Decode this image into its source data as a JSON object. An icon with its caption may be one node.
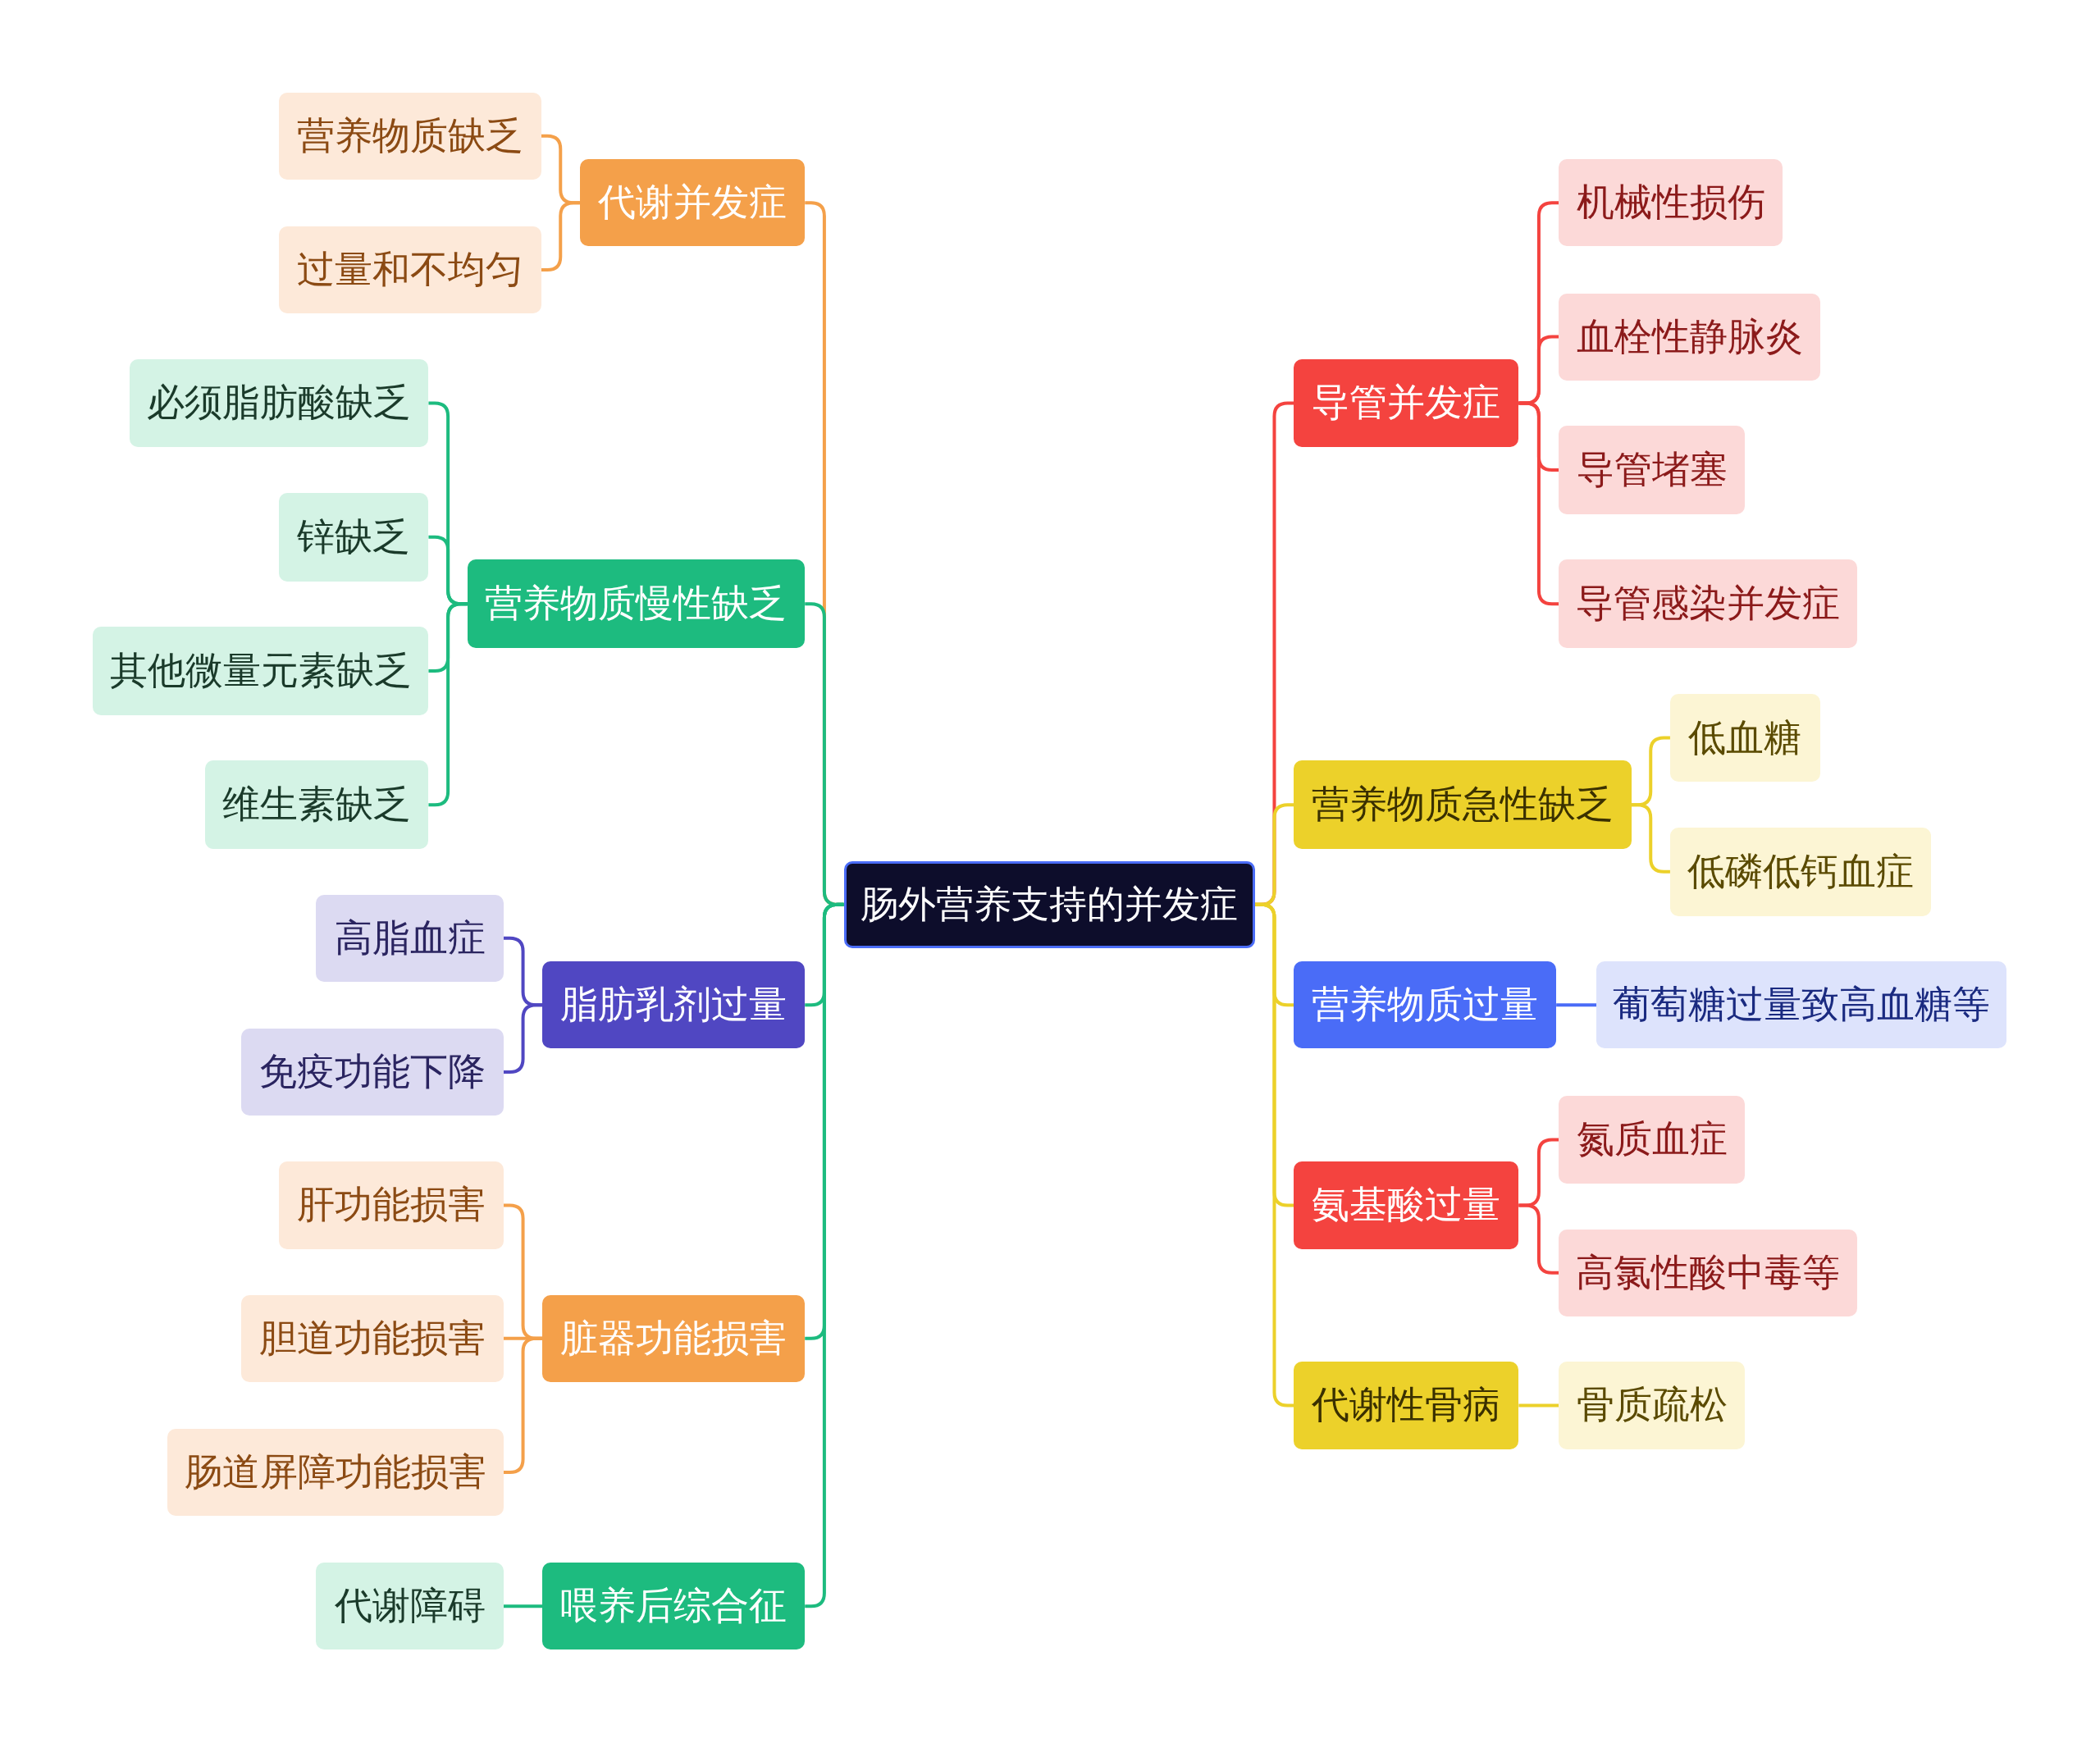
{
  "diagram": {
    "nodes": [
      {
        "text": [
          "肠外营养支持的并发症"
        ]
      },
      {
        "text": [
          "代谢并发症"
        ]
      },
      {
        "text": [
          "营养物质缺乏"
        ]
      },
      {
        "text": [
          "过量和不均匀"
        ]
      },
      {
        "text": [
          "营养物质慢性缺乏"
        ]
      },
      {
        "text": [
          "必须脂肪酸缺乏"
        ]
      },
      {
        "text": [
          "锌缺乏"
        ]
      },
      {
        "text": [
          "其他微量元素缺乏"
        ]
      },
      {
        "text": [
          "维生素缺乏"
        ]
      },
      {
        "text": [
          "脂肪乳剂过量"
        ]
      },
      {
        "text": [
          "高脂血症"
        ]
      },
      {
        "text": [
          "免疫功能下降"
        ]
      },
      {
        "text": [
          "脏器功能损害"
        ]
      },
      {
        "text": [
          "肝功能损害"
        ]
      },
      {
        "text": [
          "胆道功能损害"
        ]
      },
      {
        "text": [
          "肠道屏障功能损害"
        ]
      },
      {
        "text": [
          "喂养后综合征"
        ]
      },
      {
        "text": [
          "代谢障碍"
        ]
      },
      {
        "text": [
          "导管并发症"
        ]
      },
      {
        "text": [
          "机械性损伤"
        ]
      },
      {
        "text": [
          "血栓性静脉炎"
        ]
      },
      {
        "text": [
          "导管堵塞"
        ]
      },
      {
        "text": [
          "导管感染并发症"
        ]
      },
      {
        "text": [
          "营养物质急性缺乏"
        ]
      },
      {
        "text": [
          "低血糖"
        ]
      },
      {
        "text": [
          "低磷低钙血症"
        ]
      },
      {
        "text": [
          "营养物质过量"
        ]
      },
      {
        "text": [
          "葡萄糖过量致高血糖等"
        ]
      },
      {
        "text": [
          "氨基酸过量"
        ]
      },
      {
        "text": [
          "氮质血症"
        ]
      },
      {
        "text": [
          "高氯性酸中毒等"
        ]
      },
      {
        "text": [
          "代谢性骨病"
        ]
      },
      {
        "text": [
          "骨质疏松"
        ]
      }
    ],
    "edges": [
      {
        "from": 0,
        "to": 1,
        "arrow": "none",
        "color": "#f4a04a"
      },
      {
        "from": 1,
        "to": 2,
        "arrow": "none",
        "color": "#f4a04a"
      },
      {
        "from": 1,
        "to": 3,
        "arrow": "none",
        "color": "#f4a04a"
      },
      {
        "from": 0,
        "to": 4,
        "arrow": "none",
        "color": "#1dbb7f"
      },
      {
        "from": 4,
        "to": 5,
        "arrow": "none",
        "color": "#1dbb7f"
      },
      {
        "from": 4,
        "to": 6,
        "arrow": "none",
        "color": "#1dbb7f"
      },
      {
        "from": 4,
        "to": 7,
        "arrow": "none",
        "color": "#1dbb7f"
      },
      {
        "from": 4,
        "to": 8,
        "arrow": "none",
        "color": "#1dbb7f"
      },
      {
        "from": 0,
        "to": 9,
        "arrow": "none",
        "color": "#1dbb7f"
      },
      {
        "from": 9,
        "to": 10,
        "arrow": "none",
        "color": "#5047c2"
      },
      {
        "from": 9,
        "to": 11,
        "arrow": "none",
        "color": "#5047c2"
      },
      {
        "from": 0,
        "to": 12,
        "arrow": "none",
        "color": "#1dbb7f"
      },
      {
        "from": 12,
        "to": 13,
        "arrow": "none",
        "color": "#f4a04a"
      },
      {
        "from": 12,
        "to": 14,
        "arrow": "none",
        "color": "#f4a04a"
      },
      {
        "from": 12,
        "to": 15,
        "arrow": "none",
        "color": "#f4a04a"
      },
      {
        "from": 0,
        "to": 16,
        "arrow": "none",
        "color": "#1dbb7f"
      },
      {
        "from": 16,
        "to": 17,
        "arrow": "none",
        "color": "#1dbb7f"
      },
      {
        "from": 0,
        "to": 18,
        "arrow": "none",
        "color": "#f4433f"
      },
      {
        "from": 18,
        "to": 19,
        "arrow": "none",
        "color": "#f4433f"
      },
      {
        "from": 18,
        "to": 20,
        "arrow": "none",
        "color": "#f4433f"
      },
      {
        "from": 18,
        "to": 21,
        "arrow": "none",
        "color": "#f4433f"
      },
      {
        "from": 18,
        "to": 22,
        "arrow": "none",
        "color": "#f4433f"
      },
      {
        "from": 0,
        "to": 23,
        "arrow": "none",
        "color": "#ecd12a"
      },
      {
        "from": 23,
        "to": 24,
        "arrow": "none",
        "color": "#ecd12a"
      },
      {
        "from": 23,
        "to": 25,
        "arrow": "none",
        "color": "#ecd12a"
      },
      {
        "from": 0,
        "to": 26,
        "arrow": "none",
        "color": "#ecd12a"
      },
      {
        "from": 26,
        "to": 27,
        "arrow": "none",
        "color": "#4a6cf7"
      },
      {
        "from": 0,
        "to": 28,
        "arrow": "none",
        "color": "#ecd12a"
      },
      {
        "from": 28,
        "to": 29,
        "arrow": "none",
        "color": "#f4433f"
      },
      {
        "from": 28,
        "to": 30,
        "arrow": "none",
        "color": "#f4433f"
      },
      {
        "from": 0,
        "to": 31,
        "arrow": "none",
        "color": "#ecd12a"
      },
      {
        "from": 31,
        "to": 32,
        "arrow": "none",
        "color": "#ecd12a"
      }
    ]
  }
}
